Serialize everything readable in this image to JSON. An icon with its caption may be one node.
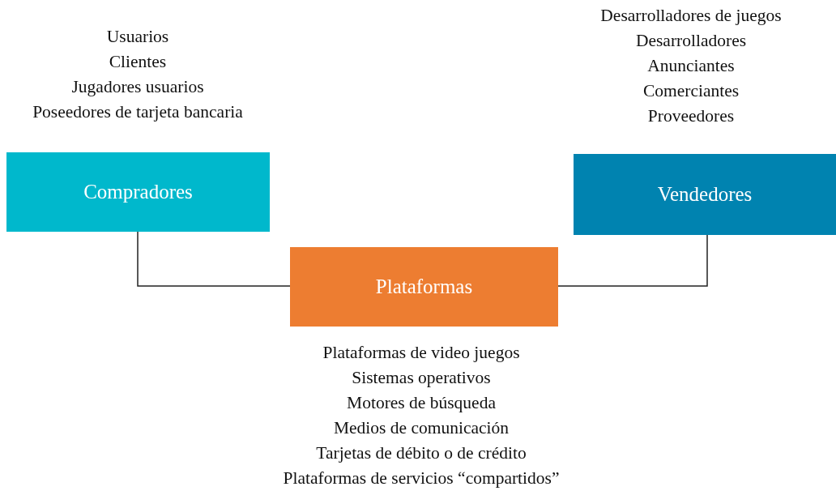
{
  "diagram": {
    "nodes": [
      {
        "text": [
          "Compradores"
        ],
        "beside": [
          "Usuarios",
          "Clientes",
          "Jugadores usuarios",
          "Poseedores de tarjeta bancaria"
        ]
      },
      {
        "text": [
          "Vendedores"
        ],
        "beside": [
          "Desarrolladores de juegos",
          "Desarrolladores",
          "Anunciantes",
          "Comerciantes",
          "Proveedores"
        ]
      },
      {
        "text": [
          "Plataformas"
        ],
        "beside": [
          "Plataformas de video juegos",
          "Sistemas operativos",
          "Motores de búsqueda",
          "Medios de comunicación",
          "Tarjetas de débito o de crédito",
          "Plataformas de servicios “compartidos”"
        ]
      }
    ],
    "edges": [
      {
        "from": 0,
        "to": 2,
        "arrow": "none"
      },
      {
        "from": 2,
        "to": 1,
        "arrow": "none"
      }
    ]
  }
}
